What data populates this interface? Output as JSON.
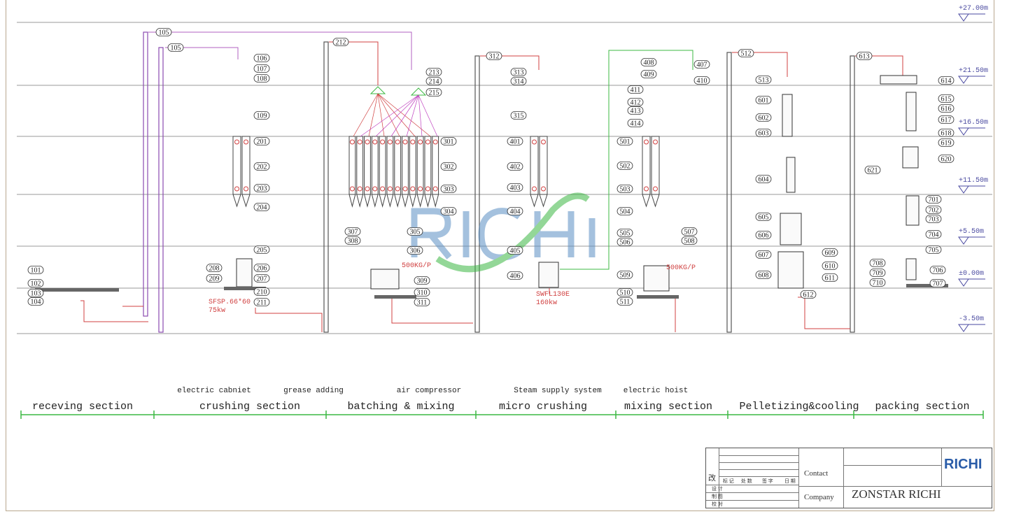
{
  "elevations": [
    "+27.00m",
    "+21.50m",
    "+16.50m",
    "+11.50m",
    "+5.50m",
    "±0.00m",
    "-3.50m"
  ],
  "sections": [
    "receving section",
    "crushing section",
    "batching & mixing",
    "micro crushing",
    "mixing section",
    "Pelletizing&cooling",
    "packing section"
  ],
  "auxiliary_equipment": [
    "electric cabniet",
    "grease adding",
    "air compressor",
    "Steam supply system",
    "electric hoist"
  ],
  "notes": {
    "crusher_model": "SFSP.66*60",
    "crusher_power": "75kw",
    "batch_capacity_1": "500KG/P",
    "pulverizer_model": "SWFL130E",
    "pulverizer_power": "160kw",
    "batch_capacity_2": "500KG/P"
  },
  "callouts": [
    "101",
    "102",
    "103",
    "104",
    "105",
    "105",
    "106",
    "107",
    "108",
    "109",
    "201",
    "202",
    "203",
    "204",
    "205",
    "206",
    "207",
    "208",
    "209",
    "210",
    "211",
    "212",
    "213",
    "214",
    "215",
    "301",
    "302",
    "303",
    "304",
    "305",
    "306",
    "307",
    "308",
    "309",
    "310",
    "311",
    "312",
    "313",
    "314",
    "315",
    "401",
    "402",
    "403",
    "404",
    "405",
    "406",
    "407",
    "408",
    "409",
    "410",
    "411",
    "412",
    "413",
    "414",
    "501",
    "502",
    "503",
    "504",
    "505",
    "506",
    "507",
    "508",
    "509",
    "510",
    "511",
    "512",
    "513",
    "601",
    "602",
    "603",
    "604",
    "605",
    "606",
    "607",
    "608",
    "609",
    "610",
    "611",
    "612",
    "613",
    "614",
    "615",
    "616",
    "617",
    "618",
    "619",
    "620",
    "621",
    "701",
    "702",
    "703",
    "704",
    "705",
    "706",
    "707",
    "708",
    "709",
    "710"
  ],
  "watermark": "RICHI",
  "title_block": {
    "revision_mark": "改",
    "header_cols": [
      "标 记",
      "处 数",
      "签 字",
      "日 期"
    ],
    "rows": [
      "设 计",
      "制 图",
      "校 对"
    ],
    "contact_label": "Contact",
    "company_label": "Company",
    "company_name": "ZONSTAR RICHI",
    "logo_text": "RICHI"
  },
  "colors": {
    "pipe": "#d04040",
    "elevator": "#8a4ab0",
    "green": "#3cb843",
    "blue": "#4a4aa0"
  }
}
